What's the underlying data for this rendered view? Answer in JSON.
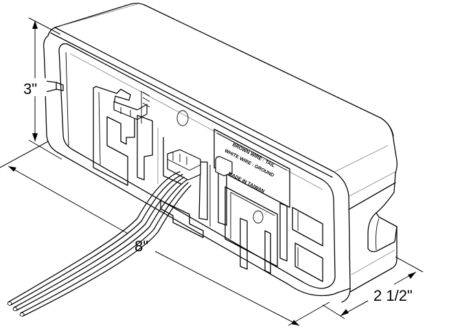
{
  "figure": {
    "subject": "rectangular lamp housing rear view with wire leads",
    "dimensions": {
      "height": "3\"",
      "length": "8\"",
      "depth": "2 1/2\""
    },
    "label_lines": [
      "BROWN WIRE : TAIL",
      "WHITE WIRE : GROUND",
      "MADE IN TAIWAN"
    ],
    "wire_count": 3,
    "line_color": "#000000",
    "background": "#ffffff"
  }
}
